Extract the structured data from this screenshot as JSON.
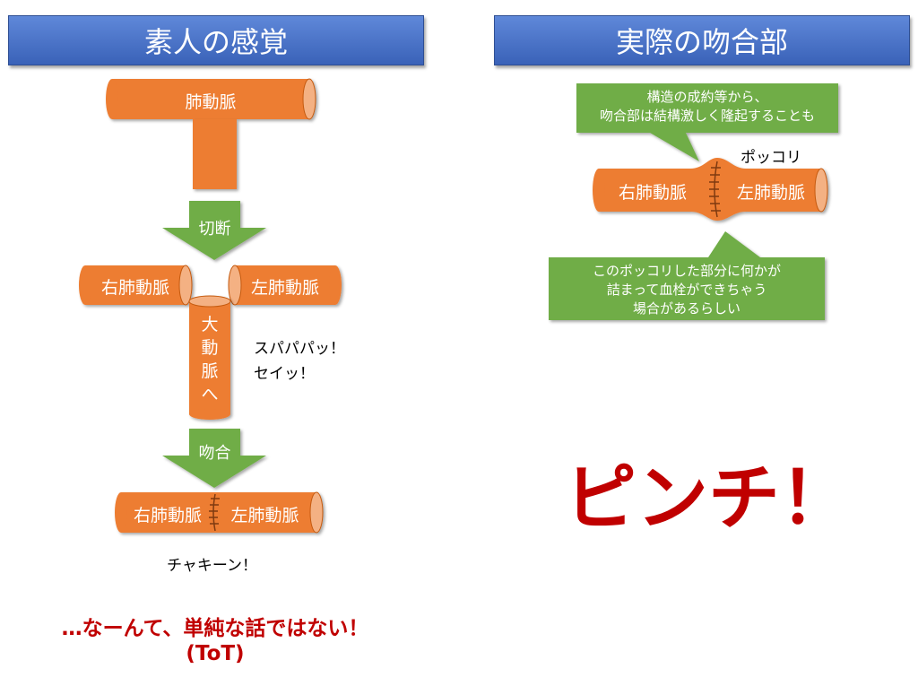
{
  "left": {
    "title": "素人の感覚",
    "pulmonary_trunk": "肺動脈",
    "step1_label": "切断",
    "right_pa": "右肺動脈",
    "left_pa": "左肺動脈",
    "aorta_chars": [
      "大",
      "動",
      "脈",
      "へ"
    ],
    "swoosh": [
      "スパパパッ！",
      "セイッ！"
    ],
    "step2_label": "吻合",
    "joined_right": "右肺動脈",
    "joined_left": "左肺動脈",
    "done": "チャキーン！",
    "conclusion": "…なーんて、単純な話ではない！",
    "emoticon": "(ToT)"
  },
  "right": {
    "title": "実際の吻合部",
    "callout_top": [
      "構造の成約等から、",
      "吻合部は結構激しく隆起することも"
    ],
    "bump_label": "ポッコリ",
    "right_pa": "右肺動脈",
    "left_pa": "左肺動脈",
    "callout_bottom": [
      "このポッコリした部分に何かが",
      "詰まって血栓ができちゃう",
      "場合があるらしい"
    ],
    "pinch": "ピンチ！"
  },
  "colors": {
    "header_blue": "#4472c4",
    "pipe_orange": "#ed7d31",
    "arrow_green": "#70ad47",
    "callout_green": "#70ad47",
    "alert_red": "#c00000"
  }
}
